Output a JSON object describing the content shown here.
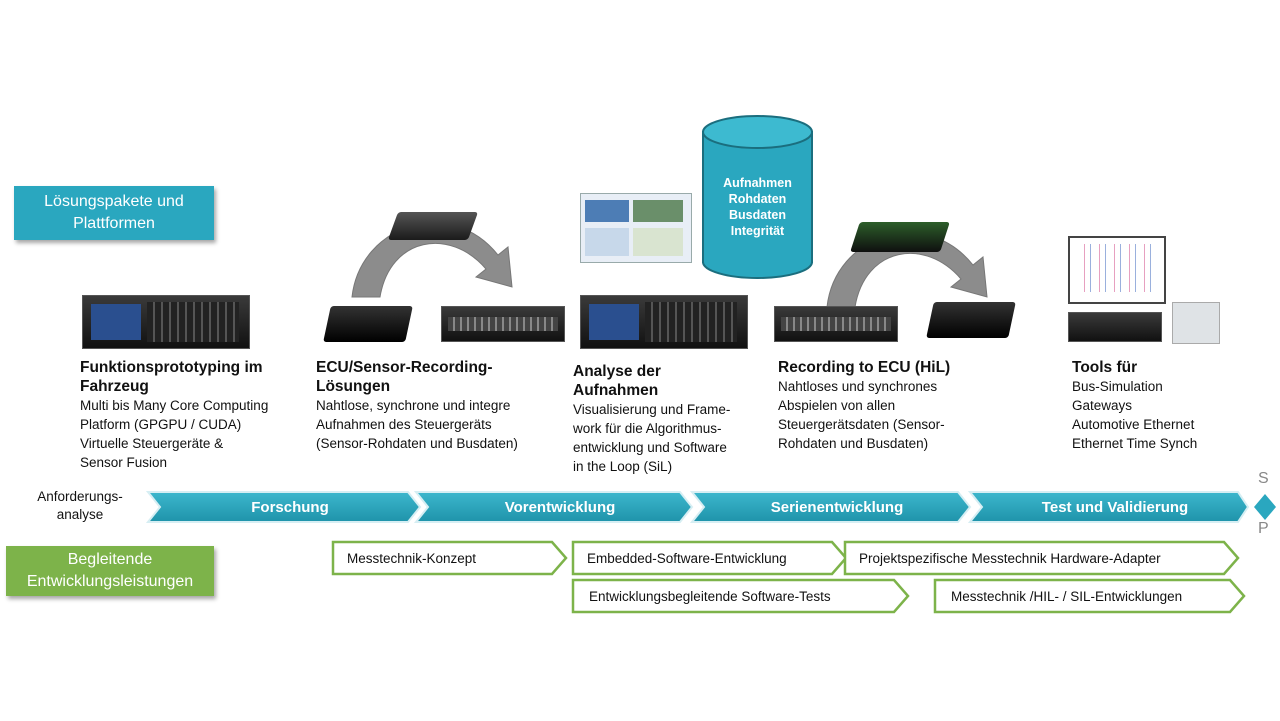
{
  "solution_label": "Lösungspakete und\nPlattformen",
  "support_label": "Begleitende\nEntwicklungsleistungen",
  "database": {
    "lines": [
      "Aufnahmen",
      "Rohdaten",
      "Busdaten",
      "Integrität"
    ]
  },
  "columns": [
    {
      "title": "Funktionsprototyping im\nFahrzeug",
      "desc": "Multi bis Many Core Computing\nPlatform (GPGPU / CUDA)\nVirtuelle Steuergeräte &\nSensor Fusion"
    },
    {
      "title": "ECU/Sensor-Recording-\nLösungen",
      "desc": "Nahtlose, synchrone und integre\nAufnahmen des Steuergeräts\n(Sensor-Rohdaten und Busdaten)"
    },
    {
      "title": "Analyse der\nAufnahmen",
      "desc": "Visualisierung und Frame-\nwork für die Algorithmus-\nentwicklung und Software\nin the Loop (SiL)"
    },
    {
      "title": "Recording to ECU (HiL)",
      "desc": "Nahtloses und synchrones\nAbspielen von allen\nSteuergerätsdaten (Sensor-\nRohdaten und Busdaten)"
    },
    {
      "title": "Tools für",
      "desc": "Bus-Simulation\nGateways\nAutomotive Ethernet\nEthernet Time Synch"
    }
  ],
  "timeline": {
    "start_label": "Anforderungs-\nanalyse",
    "phases": [
      "Forschung",
      "Vorentwicklung",
      "Serienentwicklung",
      "Test und Validierung"
    ],
    "end_top": "S",
    "end_bottom": "P"
  },
  "services": [
    "Messtechnik-Konzept",
    "Embedded-Software-Entwicklung",
    "Projektspezifische Messtechnik Hardware-Adapter",
    "Entwicklungsbegleitende Software-Tests",
    "Messtechnik /HIL- / SIL-Entwicklungen"
  ],
  "colors": {
    "teal": "#2aa7bf",
    "green": "#7db34a",
    "arrow_gray": "#8c8c8c"
  }
}
